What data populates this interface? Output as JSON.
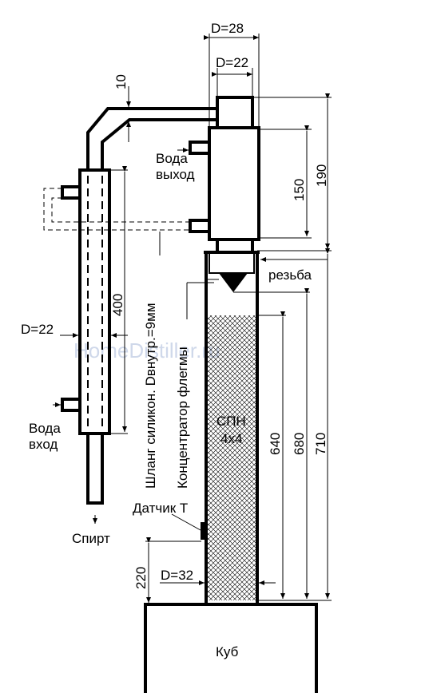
{
  "dimensions": {
    "d28": "D=28",
    "d22_top": "D=22",
    "gap10": "10",
    "h190": "190",
    "h150": "150",
    "h400": "400",
    "h640": "640",
    "h680": "680",
    "h710": "710",
    "h220": "220",
    "d22_left": "D=22",
    "d32": "D=32"
  },
  "labels": {
    "water_out_1": "Вода",
    "water_out_2": "выход",
    "water_in_1": "Вода",
    "water_in_2": "вход",
    "thread": "резьба",
    "hose": "Шланг силикон. Dвнутр.=9мм",
    "reflux": "Концентратор флегмы",
    "packing_1": "СПН",
    "packing_2": "4х4",
    "sensor": "Датчик Т",
    "alcohol": "Спирт",
    "kube": "Куб"
  },
  "watermark": "HomeDistiller.ru"
}
